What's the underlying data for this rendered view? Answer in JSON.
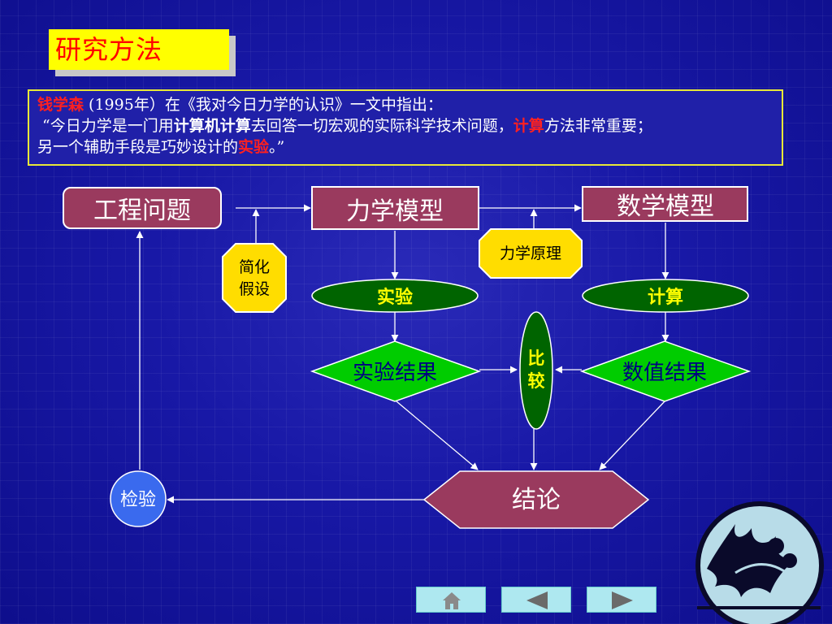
{
  "title": "研究方法",
  "quote": {
    "author": "钱学森",
    "line1_rest": " (1995年）在《我对今日力学的认识》一文中指出：",
    "line2_a": "“今日力学是一门用",
    "line2_b": "计算机计算",
    "line2_c": "去回答一切宏观的实际科学技术问题，",
    "line2_d": "计算",
    "line2_e": "方法非常重要；",
    "line3_a": "另一个辅助手段是巧妙设计的",
    "line3_b": "实验",
    "line3_c": "。”"
  },
  "nodes": {
    "engineering": "工程问题",
    "mechanics_model": "力学模型",
    "math_model": "数学模型",
    "simplify_line1": "简化",
    "simplify_line2": "假设",
    "principle": "力学原理",
    "experiment": "实验",
    "compute": "计算",
    "exp_result": "实验结果",
    "num_result": "数值结果",
    "compare_1": "比",
    "compare_2": "较",
    "conclusion": "结论",
    "verify": "检验"
  },
  "nav": [
    "home-icon",
    "prev-icon",
    "next-icon"
  ],
  "colors": {
    "bg": "#1818a6",
    "box": "#9a3a5e",
    "green": "#00cc00",
    "darkgreen": "#006400",
    "yellow": "#ffdd00"
  }
}
